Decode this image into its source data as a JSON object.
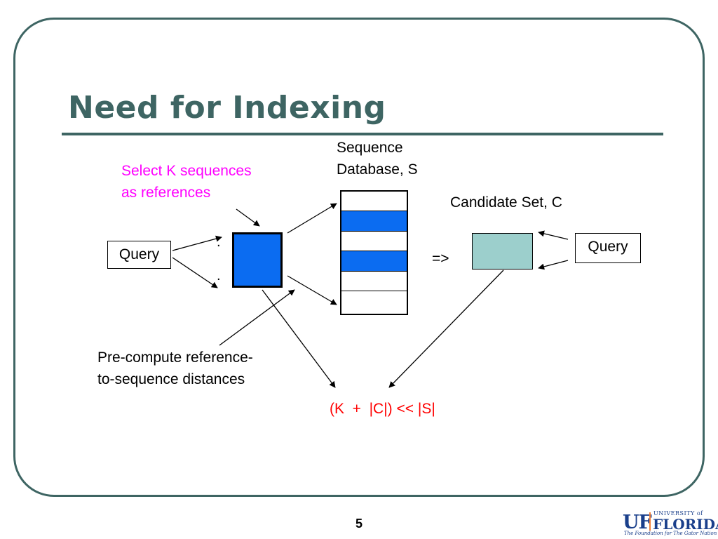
{
  "slide": {
    "title": "Need for Indexing",
    "page_number": "5"
  },
  "labels": {
    "select_refs_line1": "Select K sequences",
    "select_refs_line2": "as references",
    "sequence_db_line1": "Sequence",
    "sequence_db_line2": "Database, S",
    "candidate_set": "Candidate Set, C",
    "query_left": "Query",
    "query_right": "Query",
    "implies": "=>",
    "precompute_line1": "Pre-compute reference-",
    "precompute_line2": "to-sequence distances",
    "dot_top": ".",
    "dot_bottom": ".",
    "cost_formula": "(K  +  |C|) << |S|"
  },
  "database_rows": [
    {
      "highlighted": false
    },
    {
      "highlighted": true
    },
    {
      "highlighted": false
    },
    {
      "highlighted": true
    },
    {
      "highlighted": false
    },
    {
      "highlighted": false
    }
  ],
  "logo": {
    "uf": "UF",
    "university_of": "UNIVERSITY of",
    "florida": "FLORIDA",
    "tagline": "The Foundation for The Gator Nation"
  },
  "colors": {
    "theme": "#3e6563",
    "reference_fill": "#0b6cf1",
    "candidate_fill": "#9ccfcc",
    "magenta_text": "#ff00ff",
    "red_text": "#ff0000",
    "logo_blue": "#1a3f8b",
    "logo_orange": "#f2803a"
  }
}
